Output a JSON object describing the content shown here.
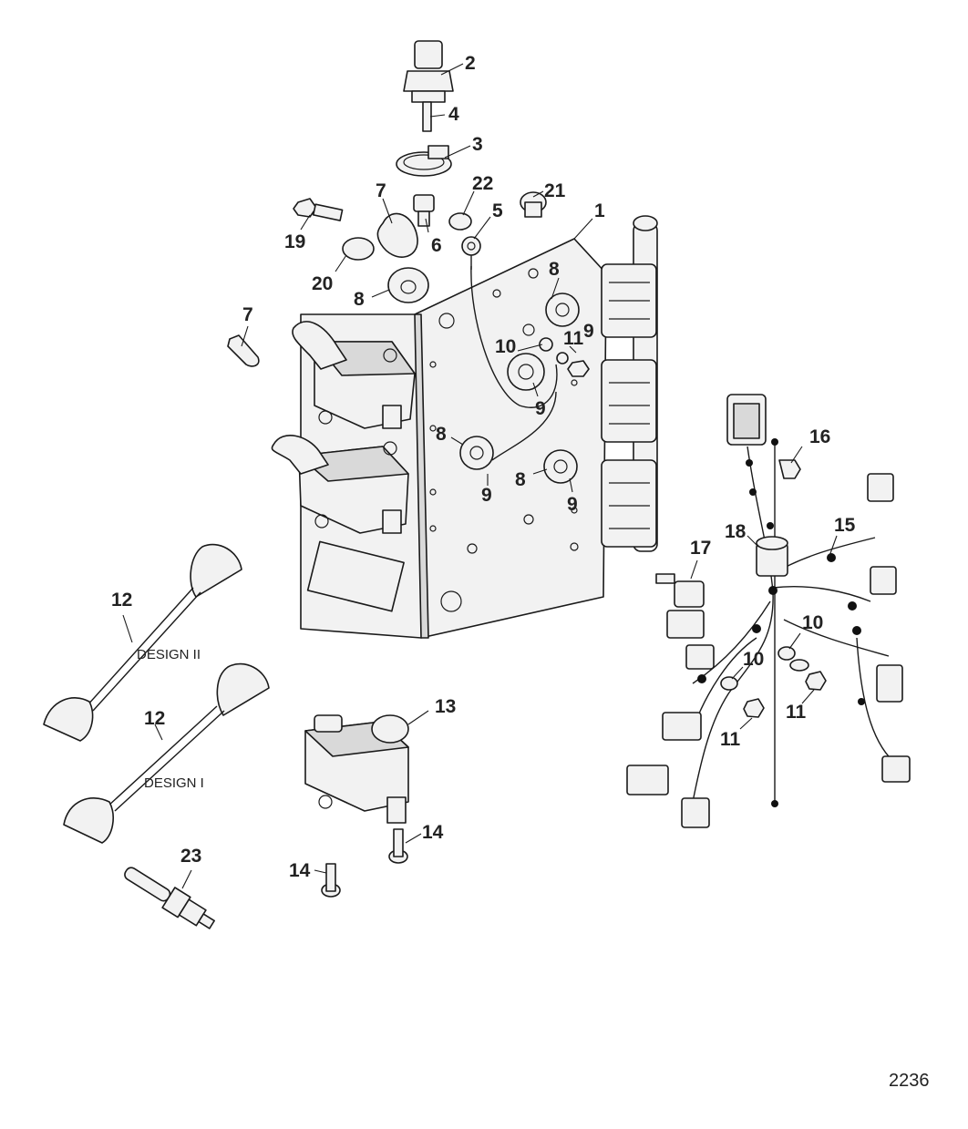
{
  "callouts": {
    "c1": "1",
    "c2": "2",
    "c3": "3",
    "c4": "4",
    "c5": "5",
    "c6": "6",
    "c7a": "7",
    "c7b": "7",
    "c8a": "8",
    "c8b": "8",
    "c8c": "8",
    "c8d": "8",
    "c9a": "9",
    "c9b": "9",
    "c9c": "9",
    "c9d": "9",
    "c10a": "10",
    "c10b": "10",
    "c10c": "10",
    "c11a": "11",
    "c11b": "11",
    "c11c": "11",
    "c12a": "12",
    "c12b": "12",
    "c13": "13",
    "c14a": "14",
    "c14b": "14",
    "c15": "15",
    "c16": "16",
    "c17": "17",
    "c18": "18",
    "c19": "19",
    "c20": "20",
    "c21": "21",
    "c22": "22",
    "c23": "23"
  },
  "labels": {
    "design_ii": "DESIGN II",
    "design_i": "DESIGN I"
  },
  "figure_number": "2236",
  "colors": {
    "line": "#1a1a1a",
    "fill": "#f2f2f2",
    "text": "#222222"
  }
}
